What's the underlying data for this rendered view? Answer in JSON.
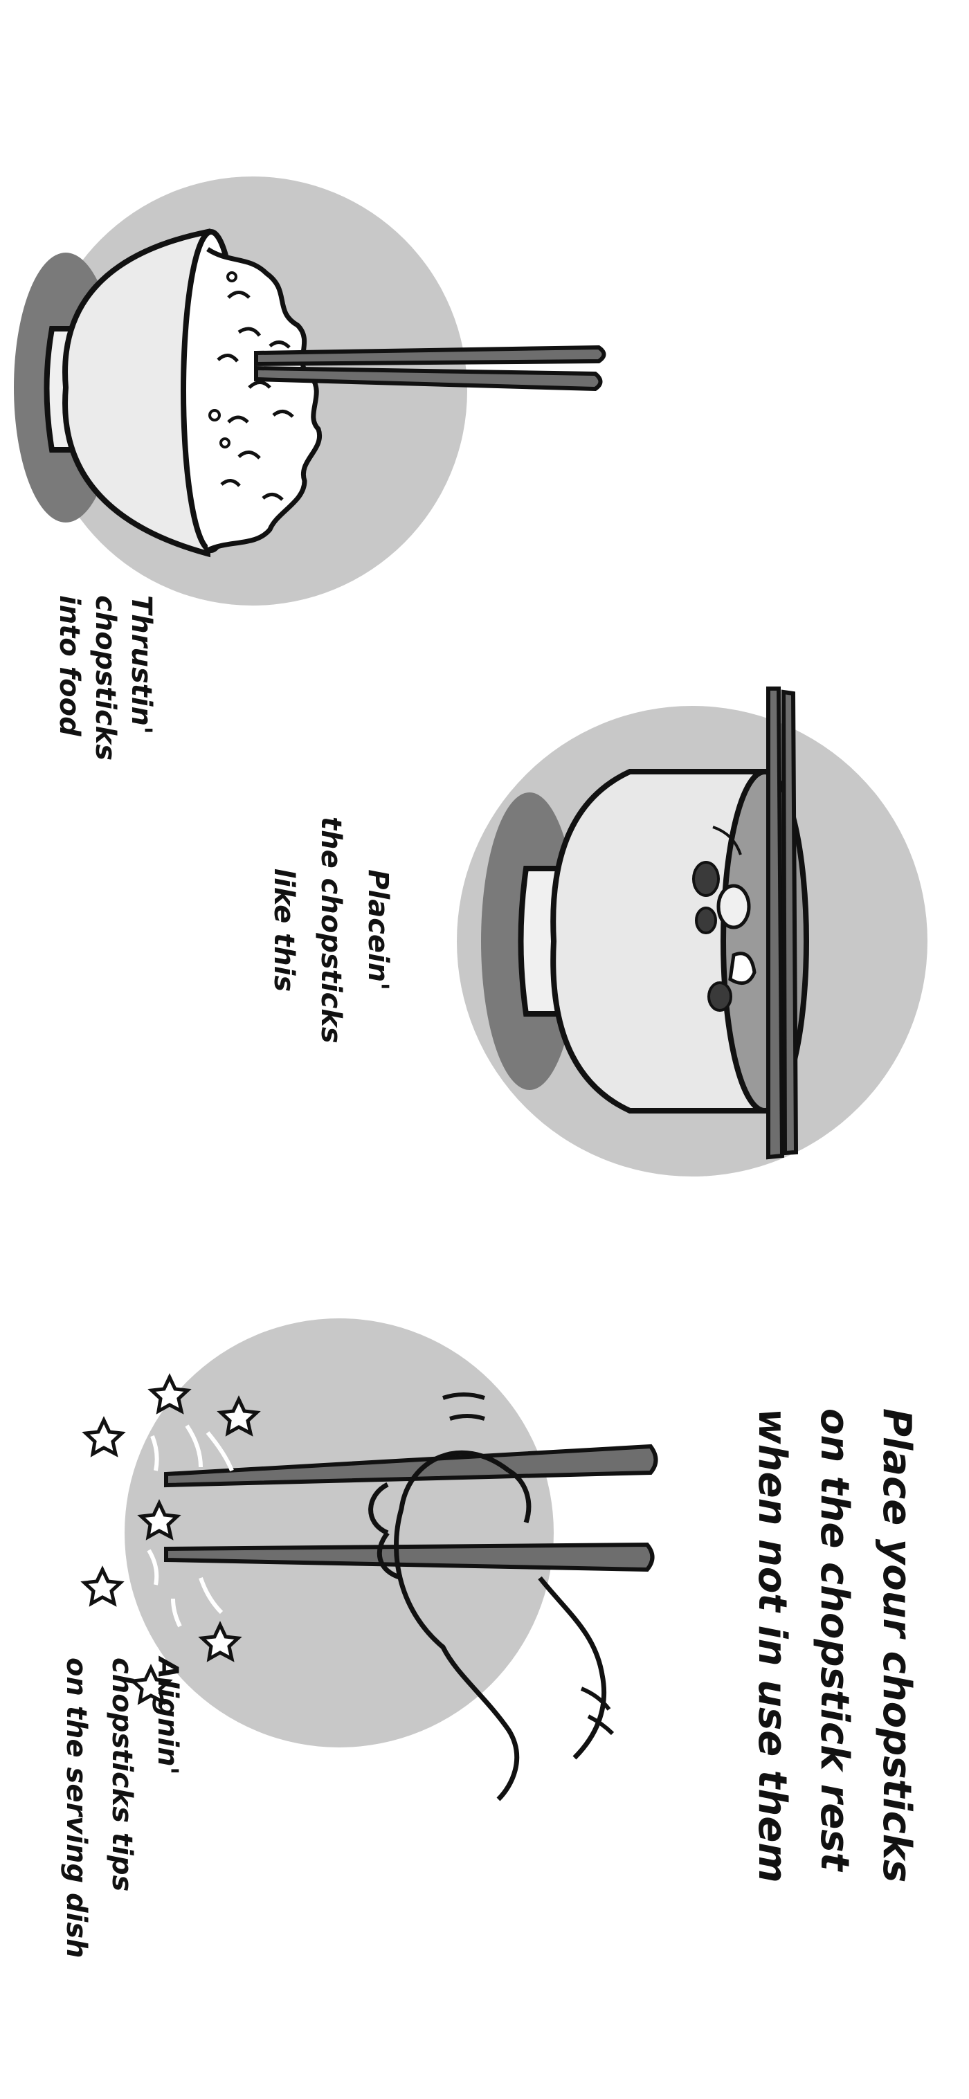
{
  "title": {
    "lines": [
      "Place your chopsticks",
      "on the chopstick rest",
      "when not in use them"
    ]
  },
  "captions": {
    "thrust": [
      "Thrustin'",
      "chopsticks",
      "into food"
    ],
    "place": [
      "Placein'",
      "the chopsticks",
      "like this"
    ],
    "align": [
      "Alignin'",
      "chopsticks tips",
      "on the serving dish"
    ]
  },
  "icons": [
    "rice-bowl-icon",
    "soup-bowl-icon",
    "hand-chopsticks-icon",
    "star-icon"
  ],
  "colors": {
    "circle": "#c8c8c8",
    "shadow": "#808080",
    "chopstick": "#6e6e6e",
    "bowl": "#ededed"
  }
}
